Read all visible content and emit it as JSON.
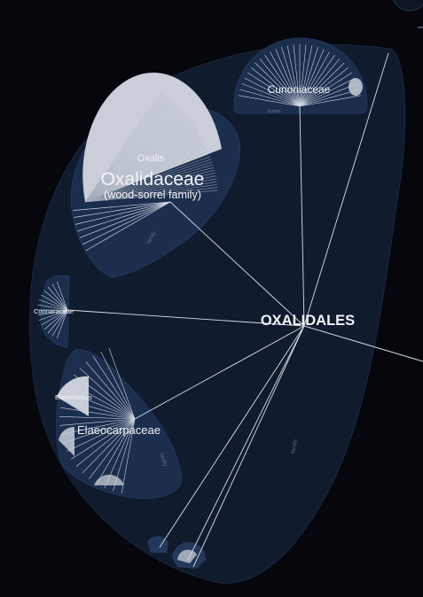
{
  "order": {
    "label": "OXALIDALES",
    "sublabel": "family"
  },
  "families": [
    {
      "key": "oxalidaceae",
      "label": "Oxalidaceae",
      "common_name": "(wood-sorrel family)",
      "genus": "Oxalis",
      "sublabel": "family"
    },
    {
      "key": "cunoniaceae",
      "label": "Cunoniaceae",
      "sublabel": "family"
    },
    {
      "key": "connaraceae",
      "label": "Connaraceae"
    },
    {
      "key": "elaeocarpaceae",
      "label": "Elaeocarpaceae",
      "genus": "Elaeocarpus",
      "sublabel": "family"
    }
  ],
  "colors": {
    "background": "#05070d",
    "order_fill": "#101a2c",
    "family_fill": "#1b2d4c",
    "genus_fill": "#c9ced8",
    "branch": "#d9dde6",
    "label": "#f2f4f8"
  }
}
